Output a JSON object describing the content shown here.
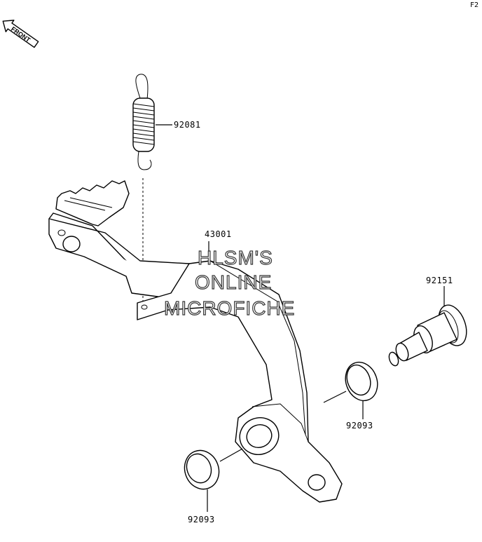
{
  "page_code": "F2",
  "front_badge": "FRONT",
  "watermark": {
    "line1": "HLSM'S",
    "line2": "ONLINE",
    "line3": "MICROFICHE"
  },
  "parts": [
    {
      "number": "92081"
    },
    {
      "number": "43001"
    },
    {
      "number": "92151"
    },
    {
      "number": "92093"
    },
    {
      "number": "92093"
    }
  ]
}
